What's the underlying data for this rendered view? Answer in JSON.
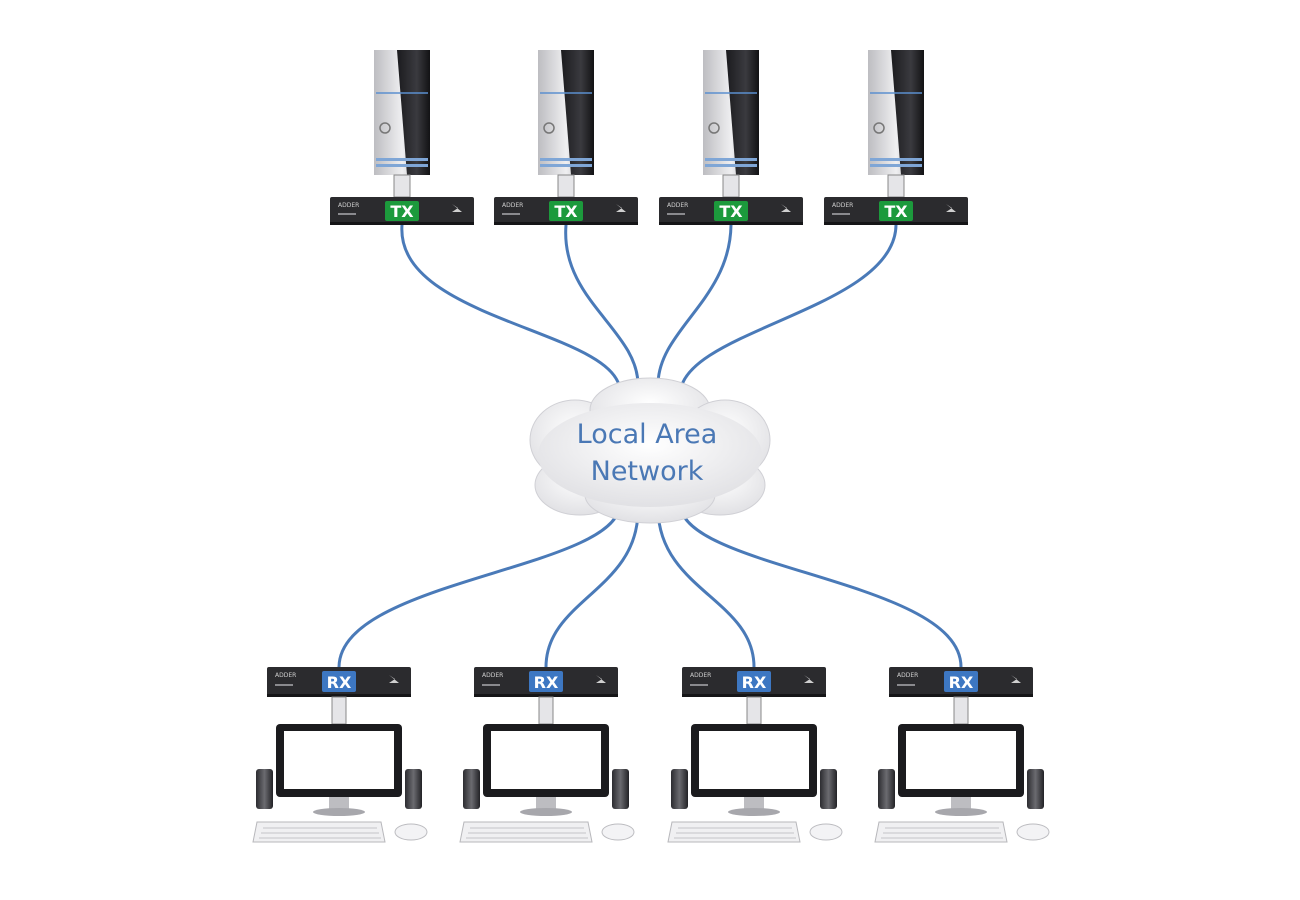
{
  "network": {
    "line1": "Local Area",
    "line2": "Network",
    "cable_color": "#4a7ab8",
    "label_color": "#4a78b5"
  },
  "transmitters": [
    {
      "badge": "TX"
    },
    {
      "badge": "TX"
    },
    {
      "badge": "TX"
    },
    {
      "badge": "TX"
    }
  ],
  "receivers": [
    {
      "badge": "RX"
    },
    {
      "badge": "RX"
    },
    {
      "badge": "RX"
    },
    {
      "badge": "RX"
    }
  ],
  "device_brand": "ADDER",
  "colors": {
    "tx_badge": "#1c9a3c",
    "rx_badge": "#3d77c2",
    "unit_body": "#2b2b2e",
    "cloud_fill": "#f1f1f3"
  }
}
